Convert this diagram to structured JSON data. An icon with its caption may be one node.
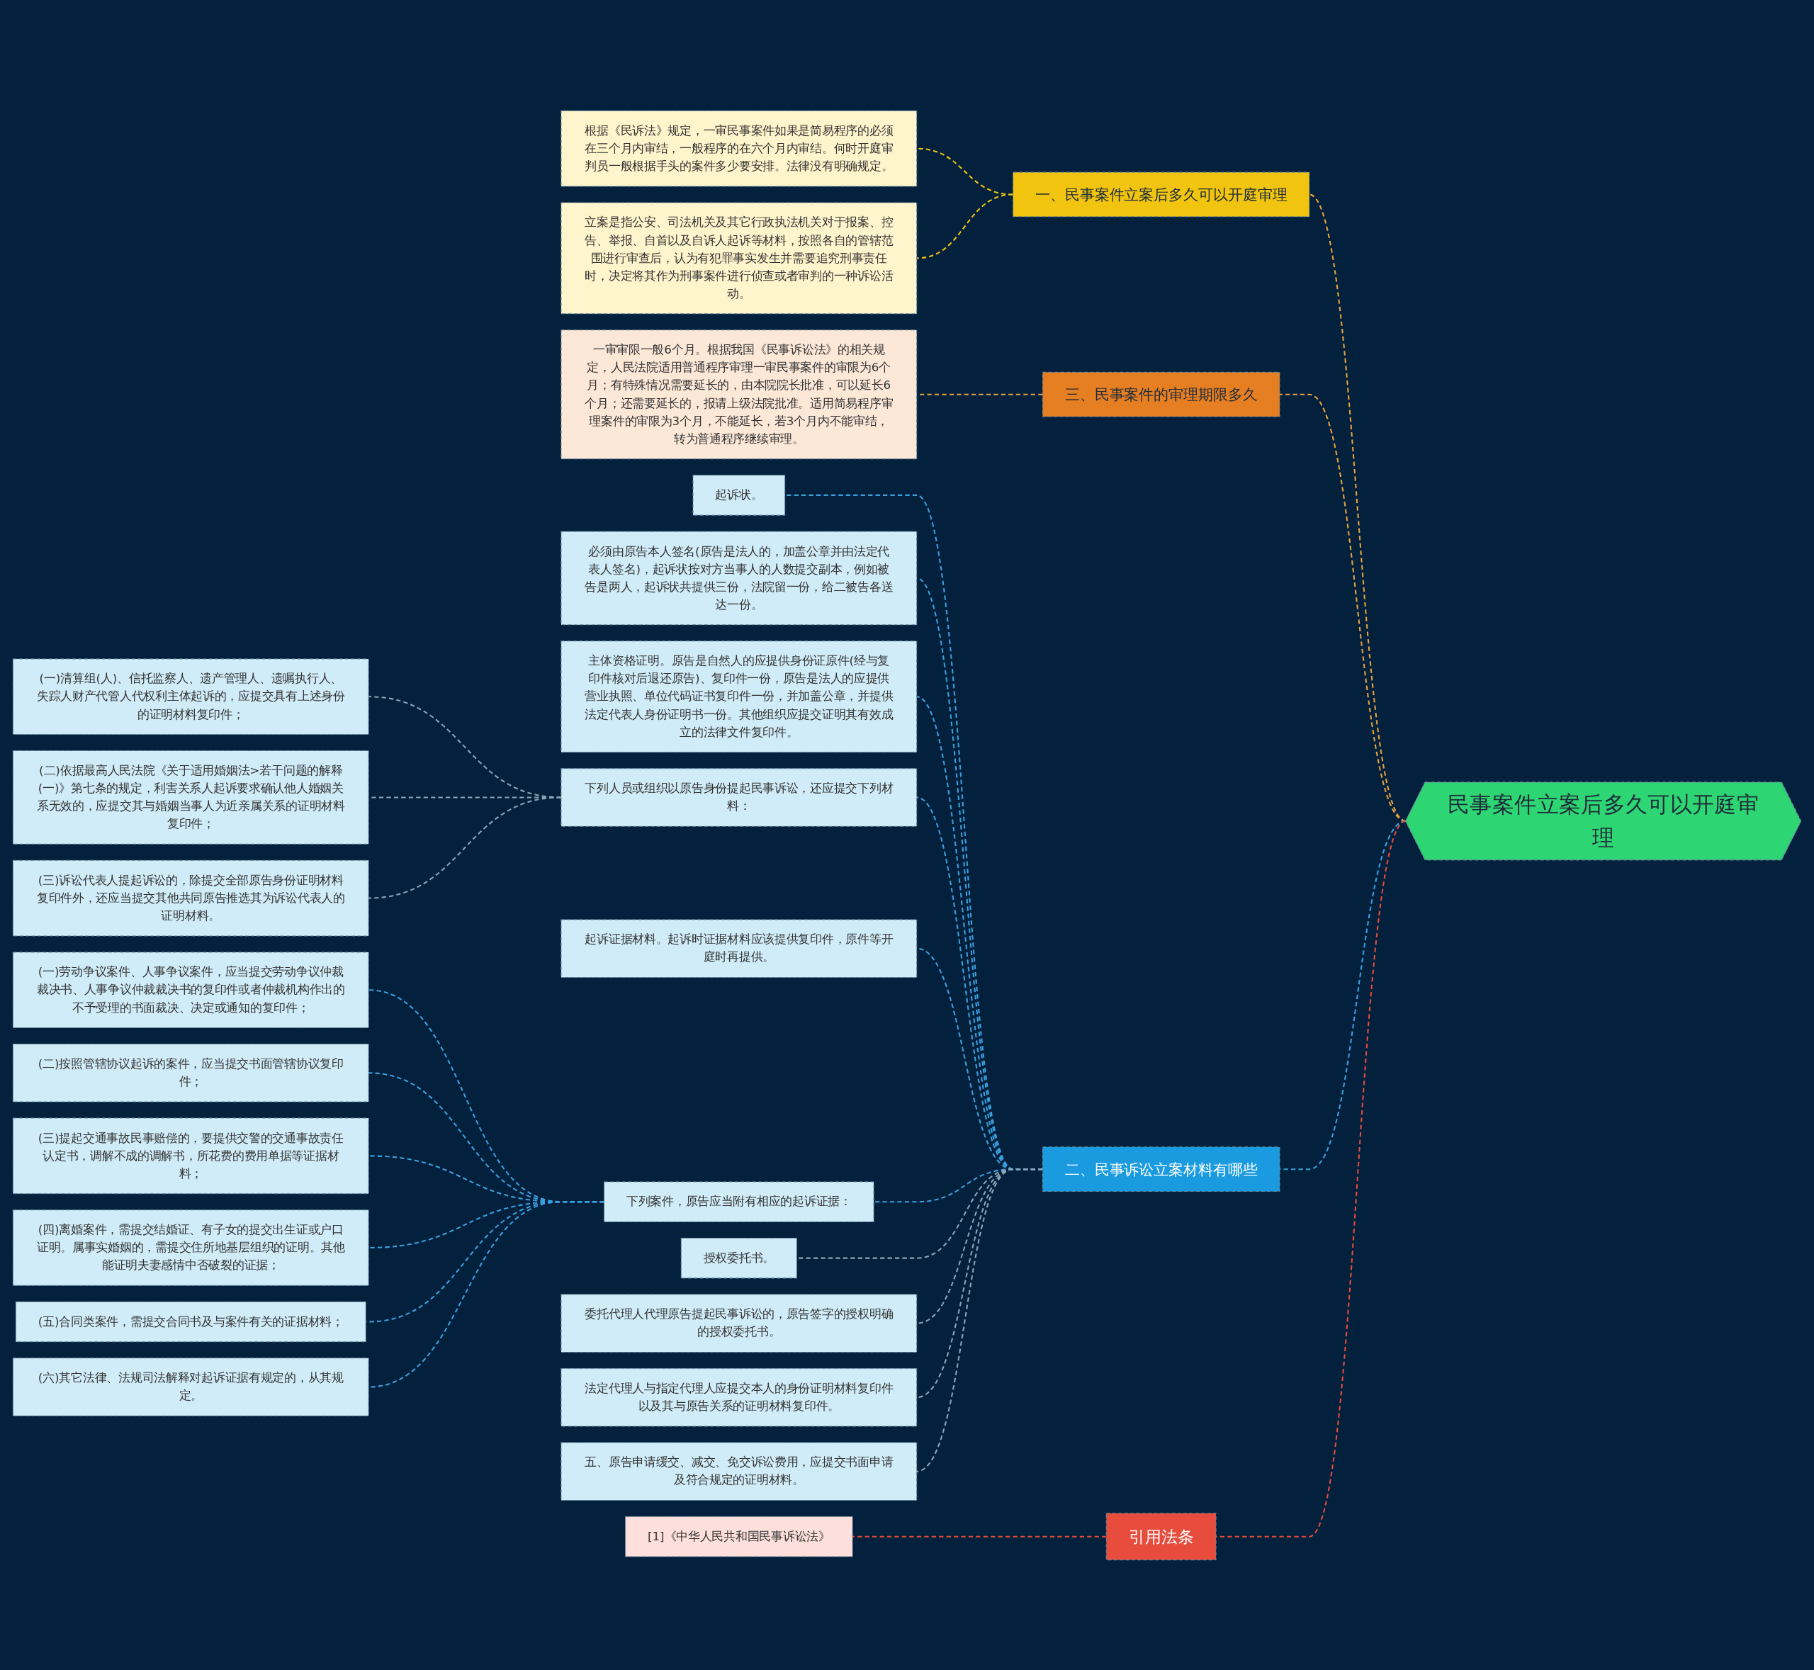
{
  "diagram": {
    "nodes": [
      {
        "text": [
          "民事案件立案后多久可以开庭审理"
        ]
      },
      {
        "text": [
          "一、民事案件立案后多久可以开庭审理"
        ]
      },
      {
        "text": [
          "根据《民诉法》规定，一审民事案件如果是简易程序的必须在三个月内审结，一般程序的在六个月内审结。何时开庭审判员一般根据手头的案件多少要安排。法律没有明确规定。"
        ]
      },
      {
        "text": [
          "立案是指公安、司法机关及其它行政执法机关对于报案、控告、举报、自首以及自诉人起诉等材料，按照各自的管辖范围进行审查后，认为有犯罪事实发生并需要追究刑事责任时，决定将其作为刑事案件进行侦查或者审判的一种诉讼活动。"
        ]
      },
      {
        "text": [
          "三、民事案件的审理期限多久"
        ]
      },
      {
        "text": [
          "一审审限一般6个月。根据我国《民事诉讼法》的相关规定，人民法院适用普通程序审理一审民事案件的审限为6个月；有特殊情况需要延长的，由本院院长批准，可以延长6个月；还需要延长的，报请上级法院批准。适用简易程序审理案件的审限为3个月，不能延长，若3个月内不能审结，转为普通程序继续审理。"
        ]
      },
      {
        "text": [
          "二、民事诉讼立案材料有哪些"
        ]
      },
      {
        "text": [
          "起诉状。"
        ]
      },
      {
        "text": [
          "必须由原告本人签名(原告是法人的，加盖公章并由法定代表人签名)，起诉状按对方当事人的人数提交副本，例如被告是两人，起诉状共提供三份，法院留一份，给二被告各送达一份。"
        ]
      },
      {
        "text": [
          "主体资格证明。原告是自然人的应提供身份证原件(经与复印件核对后退还原告)、复印件一份，原告是法人的应提供营业执照、单位代码证书复印件一份，并加盖公章，并提供法定代表人身份证明书一份。其他组织应提交证明其有效成立的法律文件复印件。"
        ]
      },
      {
        "text": [
          "下列人员或组织以原告身份提起民事诉讼，还应提交下列材料："
        ]
      },
      {
        "text": [
          "(一)清算组(人)、信托监察人、遗产管理人、遗嘱执行人、失踪人财产代管人代权利主体起诉的，应提交具有上述身份的证明材料复印件；"
        ]
      },
      {
        "text": [
          "(二)依据最高人民法院《关于适用婚姻法>若干问题的解释(一)》第七条的规定，利害关系人起诉要求确认他人婚姻关系无效的，应提交其与婚姻当事人为近亲属关系的证明材料复印件；"
        ]
      },
      {
        "text": [
          "(三)诉讼代表人提起诉讼的，除提交全部原告身份证明材料复印件外，还应当提交其他共同原告推选其为诉讼代表人的证明材料。"
        ]
      },
      {
        "text": [
          "起诉证据材料。起诉时证据材料应该提供复印件，原件等开庭时再提供。"
        ]
      },
      {
        "text": [
          "下列案件，原告应当附有相应的起诉证据："
        ]
      },
      {
        "text": [
          "(一)劳动争议案件、人事争议案件，应当提交劳动争议仲裁裁决书、人事争议仲裁裁决书的复印件或者仲裁机构作出的不予受理的书面裁决、决定或通知的复印件；"
        ]
      },
      {
        "text": [
          "(二)按照管辖协议起诉的案件，应当提交书面管辖协议复印件；"
        ]
      },
      {
        "text": [
          "(三)提起交通事故民事赔偿的，要提供交警的交通事故责任认定书，调解不成的调解书，所花费的费用单据等证据材料；"
        ]
      },
      {
        "text": [
          "(四)离婚案件，需提交结婚证、有子女的提交出生证或户口证明。属事实婚姻的，需提交住所地基层组织的证明。其他能证明夫妻感情中否破裂的证据；"
        ]
      },
      {
        "text": [
          "(五)合同类案件，需提交合同书及与案件有关的证据材料；"
        ]
      },
      {
        "text": [
          "(六)其它法律、法规司法解释对起诉证据有规定的，从其规定。"
        ]
      },
      {
        "text": [
          "授权委托书。"
        ]
      },
      {
        "text": [
          "委托代理人代理原告提起民事诉讼的，原告签字的授权明确的授权委托书。"
        ]
      },
      {
        "text": [
          "法定代理人与指定代理人应提交本人的身份证明材料复印件以及其与原告关系的证明材料复印件。"
        ]
      },
      {
        "text": [
          "五、原告申请缓交、减交、免交诉讼费用，应提交书面申请及符合规定的证明材料。"
        ]
      },
      {
        "text": [
          "引用法条"
        ]
      },
      {
        "text": [
          "[1]《中华人民共和国民事诉讼法》"
        ]
      }
    ],
    "edges": [
      {
        "from": 0,
        "to": 1,
        "arrow": "none",
        "style": "dashed",
        "color": "#e8a33d"
      },
      {
        "from": 1,
        "to": 2,
        "arrow": "none",
        "style": "dashed",
        "color": "#f1c40f"
      },
      {
        "from": 1,
        "to": 3,
        "arrow": "none",
        "style": "dashed",
        "color": "#f1c40f"
      },
      {
        "from": 0,
        "to": 4,
        "arrow": "none",
        "style": "dashed",
        "color": "#e8a33d"
      },
      {
        "from": 4,
        "to": 5,
        "arrow": "none",
        "style": "dashed",
        "color": "#e8a33d"
      },
      {
        "from": 0,
        "to": 6,
        "arrow": "none",
        "style": "dashed"
      },
      {
        "from": 6,
        "to": 7,
        "arrow": "none",
        "style": "dashed"
      },
      {
        "from": 6,
        "to": 8,
        "arrow": "none",
        "style": "dashed"
      },
      {
        "from": 6,
        "to": 9,
        "arrow": "none",
        "style": "dashed"
      },
      {
        "from": 6,
        "to": 10,
        "arrow": "none",
        "style": "dashed"
      },
      {
        "from": 10,
        "to": 11,
        "arrow": "none",
        "style": "dashed",
        "color": "#8aa6b8"
      },
      {
        "from": 10,
        "to": 12,
        "arrow": "none",
        "style": "dashed",
        "color": "#8aa6b8"
      },
      {
        "from": 10,
        "to": 13,
        "arrow": "none",
        "style": "dashed",
        "color": "#8aa6b8"
      },
      {
        "from": 6,
        "to": 14,
        "arrow": "none",
        "style": "dashed"
      },
      {
        "from": 6,
        "to": 15,
        "arrow": "none",
        "style": "dashed"
      },
      {
        "from": 15,
        "to": 16,
        "arrow": "none",
        "style": "dashed"
      },
      {
        "from": 15,
        "to": 17,
        "arrow": "none",
        "style": "dashed"
      },
      {
        "from": 15,
        "to": 18,
        "arrow": "none",
        "style": "dashed"
      },
      {
        "from": 15,
        "to": 19,
        "arrow": "none",
        "style": "dashed"
      },
      {
        "from": 15,
        "to": 20,
        "arrow": "none",
        "style": "dashed"
      },
      {
        "from": 15,
        "to": 21,
        "arrow": "none",
        "style": "dashed"
      },
      {
        "from": 6,
        "to": 22,
        "arrow": "none",
        "style": "dashed",
        "color": "#8aa6b8"
      },
      {
        "from": 6,
        "to": 23,
        "arrow": "none",
        "style": "dashed",
        "color": "#8aa6b8"
      },
      {
        "from": 6,
        "to": 24,
        "arrow": "none",
        "style": "dashed",
        "color": "#8aa6b8"
      },
      {
        "from": 6,
        "to": 25,
        "arrow": "none",
        "style": "dashed",
        "color": "#8aa6b8"
      },
      {
        "from": 0,
        "to": 26,
        "arrow": "none",
        "style": "dashed",
        "color": "#e74c3c"
      },
      {
        "from": 26,
        "to": 27,
        "arrow": "none",
        "style": "dashed",
        "color": "#e74c3c"
      }
    ]
  }
}
